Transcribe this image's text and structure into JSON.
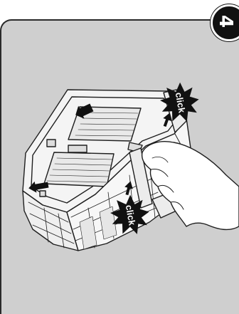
{
  "step": {
    "number": "4"
  },
  "callouts": [
    {
      "text": "click"
    },
    {
      "text": "click"
    }
  ],
  "icons": {
    "arrow": "arrow-icon",
    "click_burst": "click-burst-icon",
    "hand": "hand-icon"
  },
  "colors": {
    "panel_background": "#cfcfcf",
    "panel_border": "#2a2a2a",
    "badge": "#111111",
    "line_art": "#1e1e1e"
  }
}
